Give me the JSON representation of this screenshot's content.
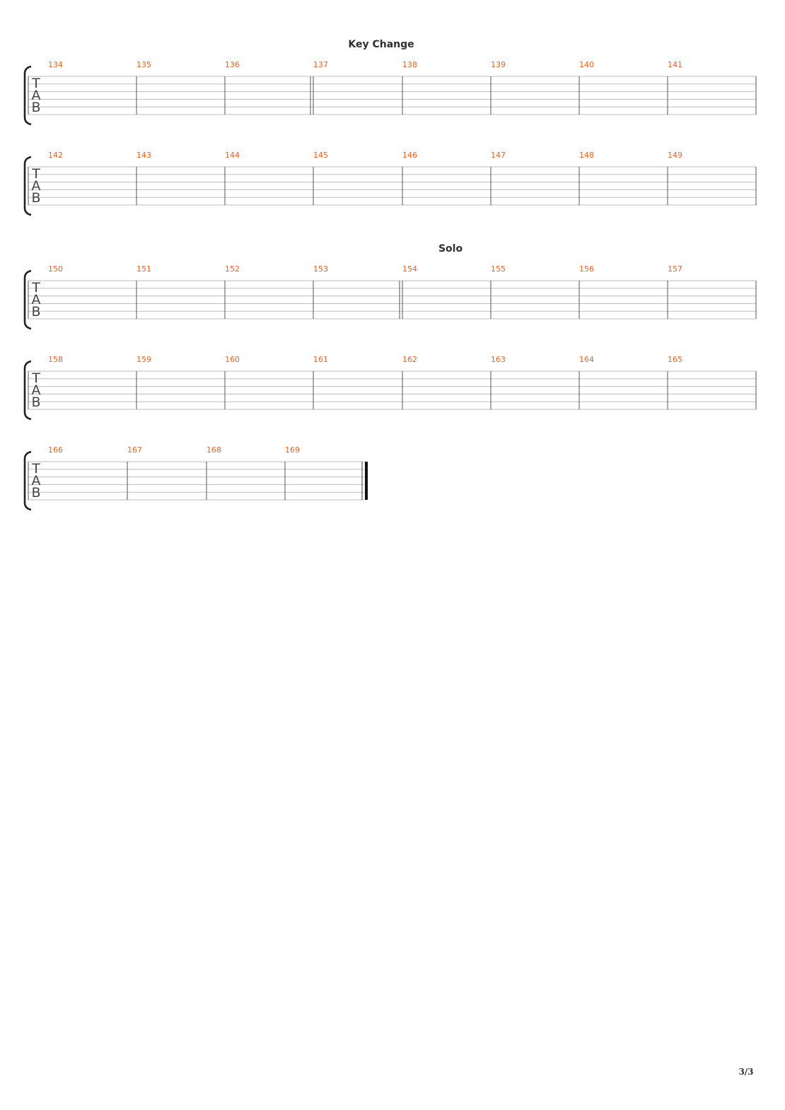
{
  "section_labels": [
    "Key Change",
    "Solo"
  ],
  "clef": [
    "T",
    "A",
    "B"
  ],
  "systems": [
    {
      "bars": [
        "134",
        "135",
        "136",
        "137",
        "138",
        "139",
        "140",
        "141"
      ],
      "section": "Key Change",
      "section_at_bar": "137",
      "double_bar_before": "137"
    },
    {
      "bars": [
        "142",
        "143",
        "144",
        "145",
        "146",
        "147",
        "148",
        "149"
      ]
    },
    {
      "bars": [
        "150",
        "151",
        "152",
        "153",
        "154",
        "155",
        "156",
        "157"
      ],
      "section": "Solo",
      "section_at_bar": "154",
      "double_bar_before": "154"
    },
    {
      "bars": [
        "158",
        "159",
        "160",
        "161",
        "162",
        "163",
        "164",
        "165"
      ]
    },
    {
      "bars": [
        "166",
        "167",
        "168",
        "169"
      ],
      "final_barline": true
    }
  ],
  "page_number": "3/3"
}
